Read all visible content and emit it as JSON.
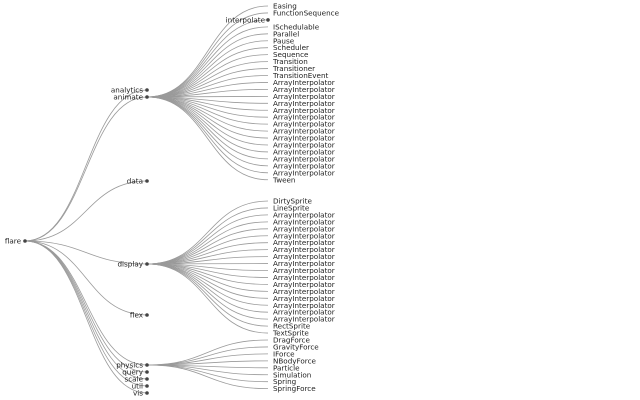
{
  "root": {
    "label": "flare"
  },
  "groups": [
    {
      "label": "analytics",
      "children": []
    },
    {
      "label": "animate",
      "children": [
        {
          "label": "Easing"
        },
        {
          "label": "FunctionSequence"
        },
        {
          "label": "interpolate",
          "is_node": true
        },
        {
          "label": "ISchedulable"
        },
        {
          "label": "Parallel"
        },
        {
          "label": "Pause"
        },
        {
          "label": "Scheduler"
        },
        {
          "label": "Sequence"
        },
        {
          "label": "Transition"
        },
        {
          "label": "Transitioner"
        },
        {
          "label": "TransitionEvent"
        },
        {
          "label": "ArrayInterpolator"
        },
        {
          "label": "ArrayInterpolator"
        },
        {
          "label": "ArrayInterpolator"
        },
        {
          "label": "ArrayInterpolator"
        },
        {
          "label": "ArrayInterpolator"
        },
        {
          "label": "ArrayInterpolator"
        },
        {
          "label": "ArrayInterpolator"
        },
        {
          "label": "ArrayInterpolator"
        },
        {
          "label": "ArrayInterpolator"
        },
        {
          "label": "ArrayInterpolator"
        },
        {
          "label": "ArrayInterpolator"
        },
        {
          "label": "ArrayInterpolator"
        },
        {
          "label": "ArrayInterpolator"
        },
        {
          "label": "ArrayInterpolator"
        },
        {
          "label": "Tween"
        }
      ]
    },
    {
      "label": "data",
      "children": []
    },
    {
      "label": "display",
      "children": [
        {
          "label": "DirtySprite"
        },
        {
          "label": "LineSprite"
        },
        {
          "label": "ArrayInterpolator"
        },
        {
          "label": "ArrayInterpolator"
        },
        {
          "label": "ArrayInterpolator"
        },
        {
          "label": "ArrayInterpolator"
        },
        {
          "label": "ArrayInterpolator"
        },
        {
          "label": "ArrayInterpolator"
        },
        {
          "label": "ArrayInterpolator"
        },
        {
          "label": "ArrayInterpolator"
        },
        {
          "label": "ArrayInterpolator"
        },
        {
          "label": "ArrayInterpolator"
        },
        {
          "label": "ArrayInterpolator"
        },
        {
          "label": "ArrayInterpolator"
        },
        {
          "label": "ArrayInterpolator"
        },
        {
          "label": "ArrayInterpolator"
        },
        {
          "label": "ArrayInterpolator"
        },
        {
          "label": "ArrayInterpolator"
        },
        {
          "label": "RectSprite"
        },
        {
          "label": "TextSprite"
        }
      ]
    },
    {
      "label": "flex",
      "children": []
    },
    {
      "label": "physics",
      "children": [
        {
          "label": "DragForce"
        },
        {
          "label": "GravityForce"
        },
        {
          "label": "IForce"
        },
        {
          "label": "NBodyForce"
        },
        {
          "label": "Particle"
        },
        {
          "label": "Simulation"
        },
        {
          "label": "Spring"
        },
        {
          "label": "SpringForce"
        }
      ]
    },
    {
      "label": "query",
      "children": []
    },
    {
      "label": "scale",
      "children": []
    },
    {
      "label": "util",
      "children": []
    },
    {
      "label": "vis",
      "children": []
    }
  ]
}
